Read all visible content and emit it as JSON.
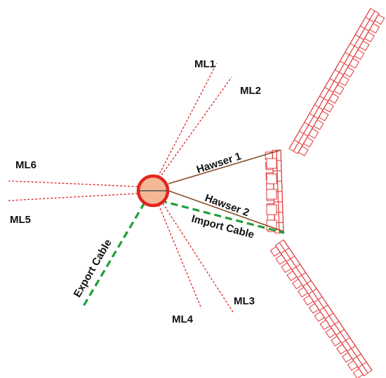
{
  "mooring_lines": [
    "ML1",
    "ML2",
    "ML3",
    "ML4",
    "ML5",
    "ML6"
  ],
  "hawsers": [
    "Hawser 1",
    "Hawser 2"
  ],
  "cables": {
    "import": "Import Cable",
    "export": "Export Cable"
  },
  "colors": {
    "mooring_line": "#d9262c",
    "hawser": "#8a4a24",
    "cable": "#1f9e3a",
    "buoy_fill": "#f5b896",
    "buoy_ring": "#e0261e",
    "vessel": "#e23a3a"
  }
}
